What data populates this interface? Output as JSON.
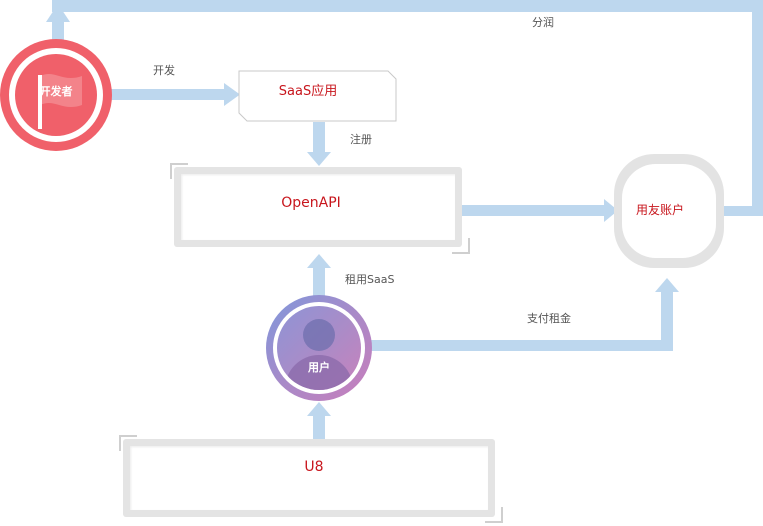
{
  "nodes": {
    "developer": "开发者",
    "saas_app": "SaaS应用",
    "openapi": "OpenAPI",
    "account": "用友账户",
    "user": "用户",
    "u8": "U8"
  },
  "edges": {
    "develop": "开发",
    "register": "注册",
    "profit_share": "分润",
    "rent_saas": "租用SaaS",
    "pay_rent": "支付租金"
  },
  "colors": {
    "arrow": "#bdd7ee",
    "developer": "#f0606a",
    "label_red": "#c8161d"
  }
}
